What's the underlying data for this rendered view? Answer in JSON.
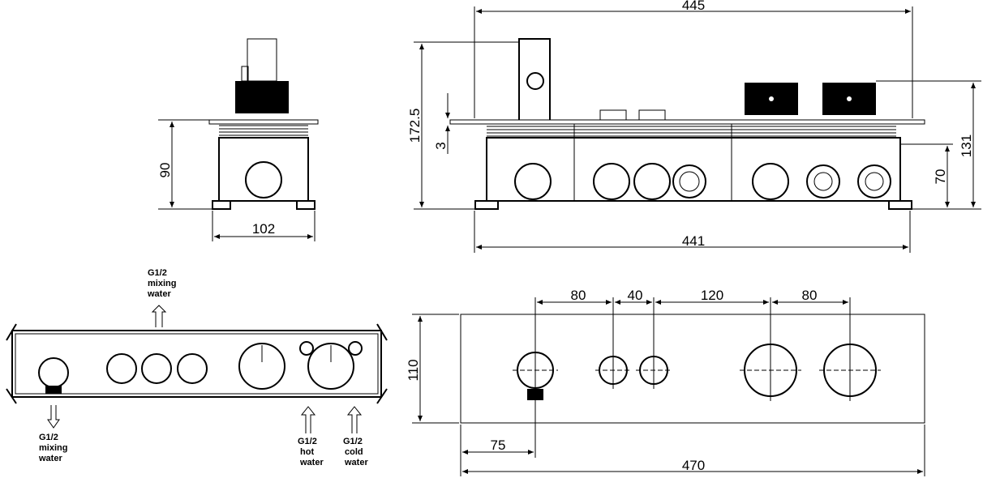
{
  "side_view": {
    "height_label": "90",
    "width_label": "102"
  },
  "front_view": {
    "total_width_label": "445",
    "height_label": "172.5",
    "plate_thickness_label": "3",
    "knob_height_label": "131",
    "body_height_label": "70",
    "body_width_label": "441"
  },
  "top_view": {
    "outlet_top": [
      "G1/2",
      "mixing",
      "water"
    ],
    "outlet_bottom": [
      "G1/2",
      "mixing",
      "water"
    ],
    "inlet_hot": [
      "G1/2",
      "hot",
      "water"
    ],
    "inlet_cold": [
      "G1/2",
      "cold",
      "water"
    ]
  },
  "plate_view": {
    "spacing_labels": [
      "80",
      "40",
      "120",
      "80"
    ],
    "height_label": "110",
    "offset_label": "75",
    "width_label": "470"
  }
}
